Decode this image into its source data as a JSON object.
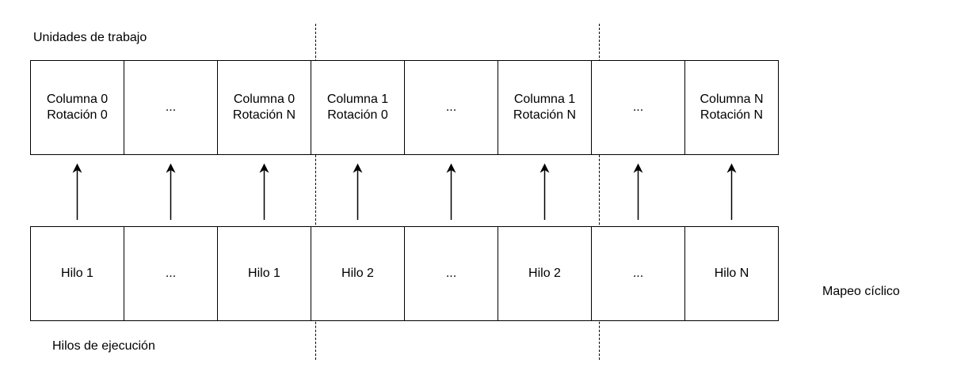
{
  "labels": {
    "top": "Unidades de trabajo",
    "bottom": "Hilos de ejecución",
    "mapping": "Mapeo cíclico"
  },
  "work_units": [
    {
      "line1": "Columna 0",
      "line2": "Rotación 0"
    },
    {
      "line1": "...",
      "line2": ""
    },
    {
      "line1": "Columna 0",
      "line2": "Rotación N"
    },
    {
      "line1": "Columna 1",
      "line2": "Rotación 0"
    },
    {
      "line1": "...",
      "line2": ""
    },
    {
      "line1": "Columna 1",
      "line2": "Rotación N"
    },
    {
      "line1": "...",
      "line2": ""
    },
    {
      "line1": "Columna N",
      "line2": "Rotación N"
    }
  ],
  "threads": [
    "Hilo 1",
    "...",
    "Hilo 1",
    "Hilo 2",
    "...",
    "Hilo 2",
    "...",
    "Hilo N"
  ]
}
